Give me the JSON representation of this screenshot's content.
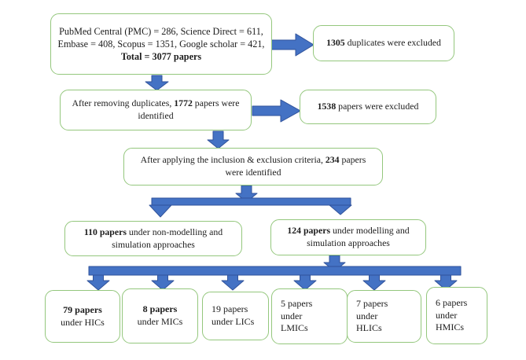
{
  "figure": {
    "type": "flow-diagram",
    "colors": {
      "arrow_fill": "#4472C4",
      "arrow_stroke": "#31539B",
      "box_border": "#94C77D",
      "text": "#1c1c1c"
    },
    "boxes": {
      "sources": {
        "pre": "PubMed Central (PMC) = 286, Science Direct = 611, Embase = 408, Scopus = 1351, Google scholar = 421, ",
        "bold": "Total = 3077 papers"
      },
      "duplicates_excluded": {
        "bold": "1305",
        "post": " duplicates were excluded"
      },
      "after_duplicates": {
        "pre": "After removing duplicates, ",
        "bold": "1772",
        "post": " papers were identified"
      },
      "papers_excluded": {
        "bold": "1538",
        "post": " papers were excluded"
      },
      "inclusion_criteria": {
        "pre": "After applying the inclusion & exclusion criteria, ",
        "bold": "234",
        "post": " papers were identified"
      },
      "non_modelling": {
        "bold": "110 papers",
        "post": " under non-modelling and simulation approaches"
      },
      "modelling": {
        "bold": "124 papers",
        "post": " under modelling and simulation approaches"
      },
      "hics": {
        "line1": "79 papers",
        "line2": "under HICs"
      },
      "mics": {
        "line1": "8 papers",
        "line2": "under MICs"
      },
      "lics": {
        "line1": "19 papers",
        "line2": "under LICs"
      },
      "lmics": {
        "line1": "5 papers",
        "line2": "under",
        "line3": "LMICs"
      },
      "hlics": {
        "line1": "7 papers",
        "line2": "under",
        "line3": "HLICs"
      },
      "hmics": {
        "line1": "6 papers",
        "line2": "under",
        "line3": "HMICs"
      }
    }
  }
}
